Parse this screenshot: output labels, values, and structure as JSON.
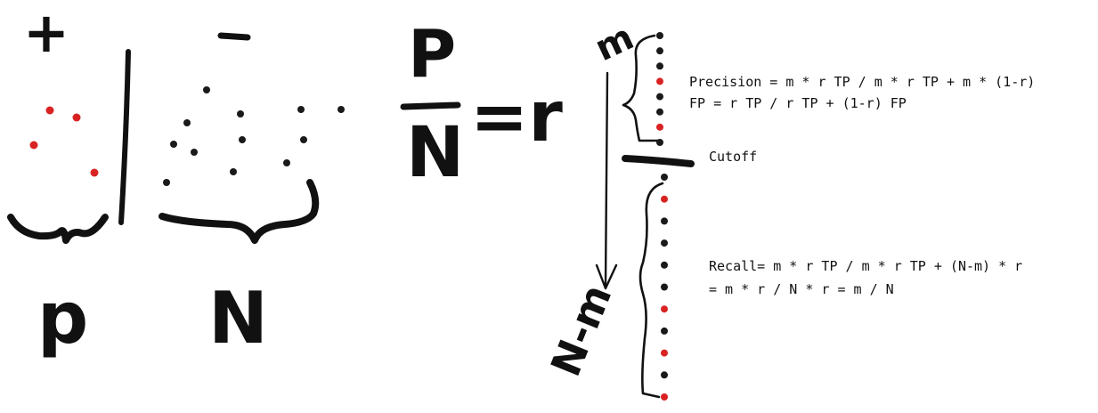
{
  "labels": {
    "plus_sign": "+",
    "minus_sign": "-",
    "p_bottom": "p",
    "n_bottom": "N",
    "fraction_top": "P",
    "fraction_bottom": "N",
    "equals_r": "=r",
    "m_top": "m",
    "n_minus_m": "N-m",
    "cutoff": "Cutoff"
  },
  "formulas": {
    "precision_line1": "Precision = m * r TP / m * r TP + m * (1-r)",
    "precision_line2": "FP = r TP / r TP + (1-r) FP",
    "recall_line1": "Recall= m * r TP / m * r TP + (N-m) * r",
    "recall_line2": "= m * r / N * r = m / N"
  },
  "colors": {
    "ink": "#111111",
    "positive_dot": "#d92323",
    "negative_dot": "#1a1a1a"
  },
  "ranked_list": {
    "above_cutoff": [
      "black",
      "black",
      "black",
      "red",
      "black",
      "black",
      "red",
      "black"
    ],
    "below_cutoff": [
      "black",
      "red",
      "black",
      "black",
      "black",
      "black",
      "red",
      "black",
      "red",
      "black",
      "red"
    ]
  }
}
